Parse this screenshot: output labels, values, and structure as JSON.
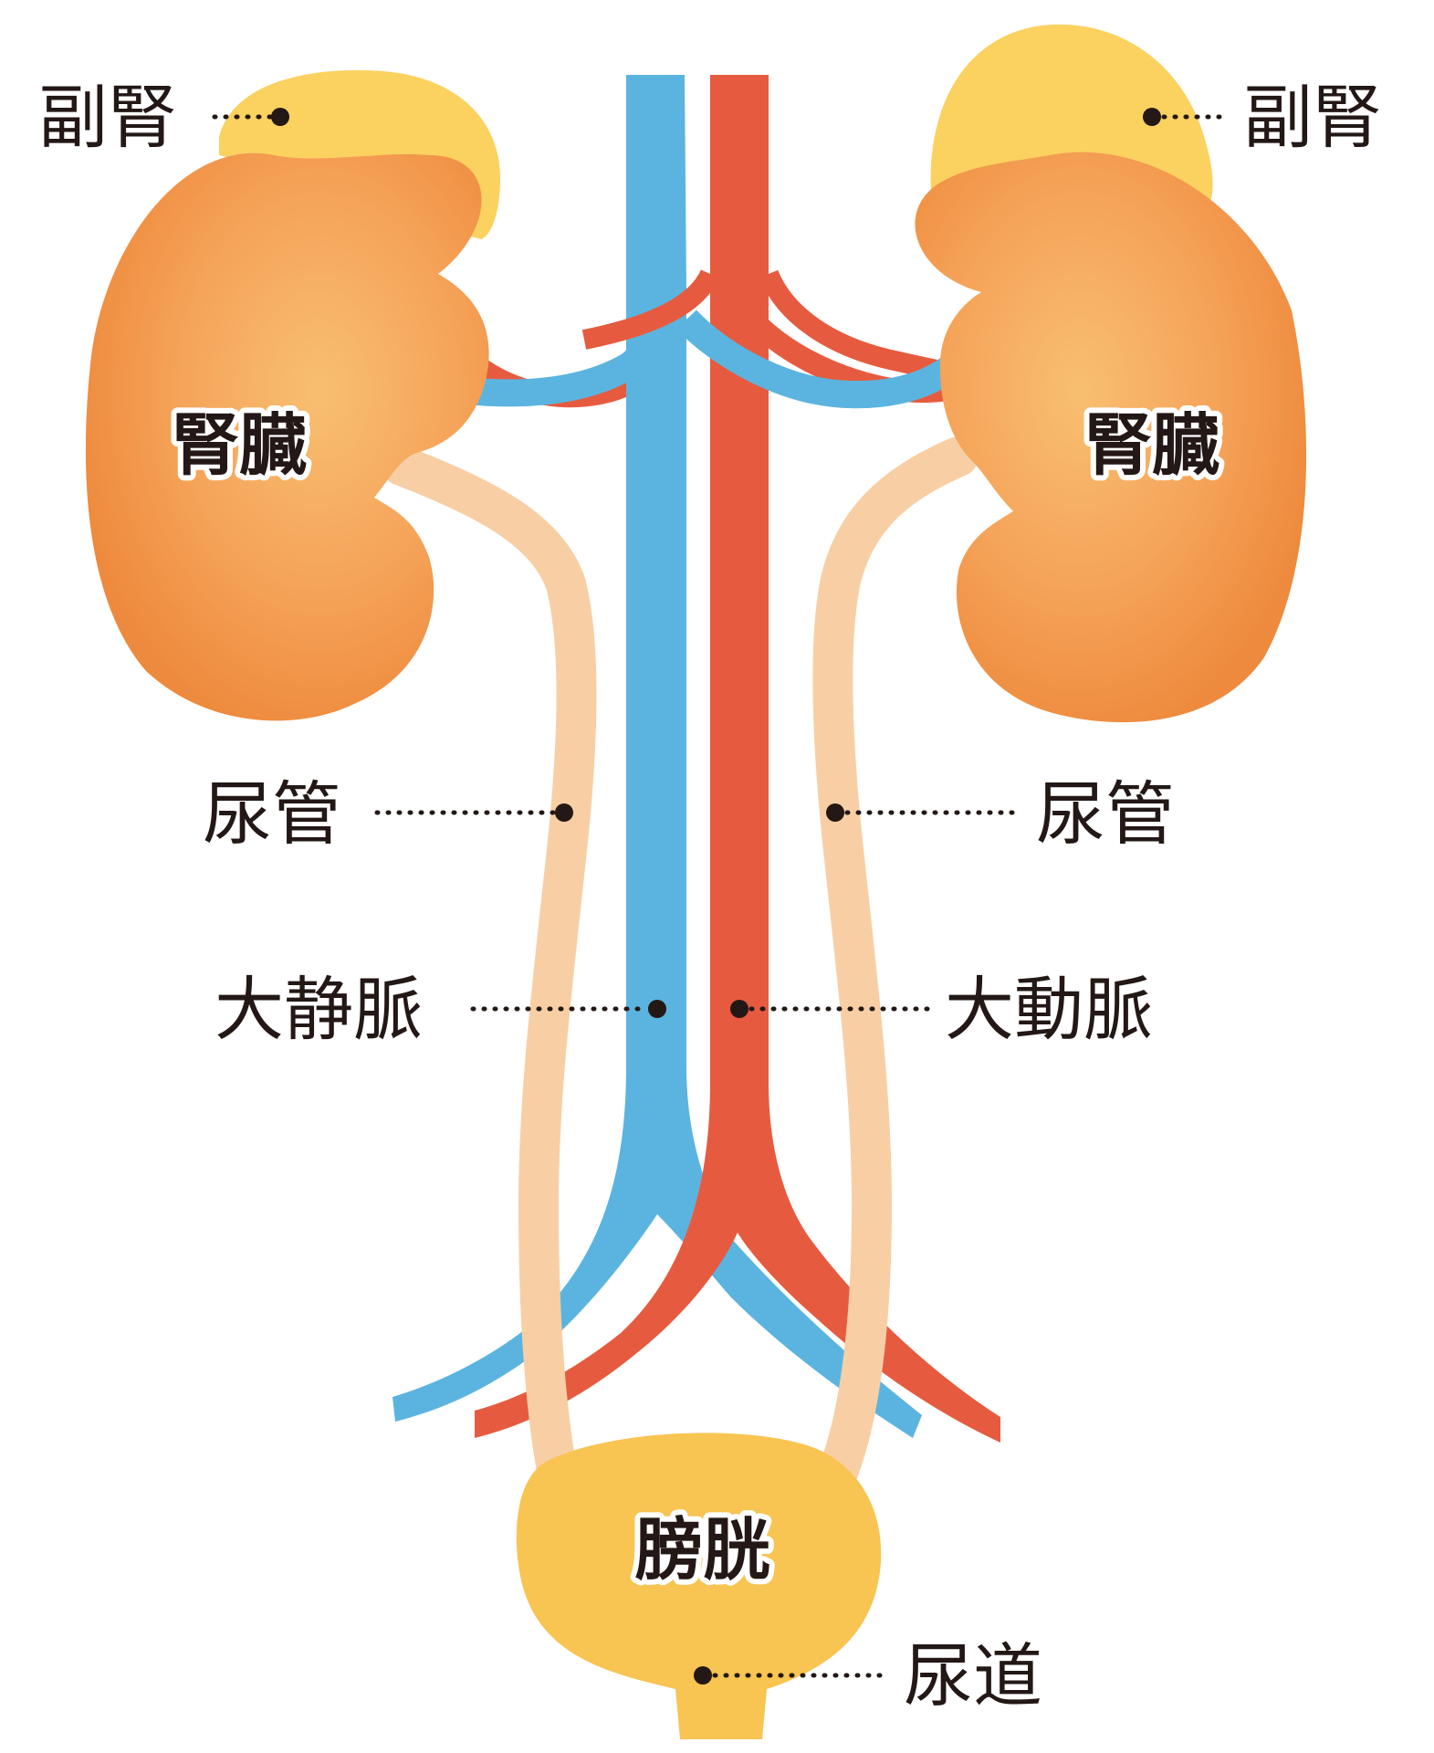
{
  "labels": {
    "adrenal_left": "副腎",
    "adrenal_right": "副腎",
    "kidney_left": "腎臓",
    "kidney_right": "腎臓",
    "ureter_left": "尿管",
    "ureter_right": "尿管",
    "vena_cava": "大静脈",
    "aorta": "大動脈",
    "bladder": "膀胱",
    "urethra": "尿道"
  },
  "colors": {
    "vein": "#5bb4df",
    "artery": "#e65b3f",
    "ureter": "#f8cfa4",
    "kidney_light": "#f7b56a",
    "kidney_dark": "#ef8a3e",
    "adrenal": "#fbd160",
    "bladder": "#f8c452",
    "text": "#231815"
  }
}
